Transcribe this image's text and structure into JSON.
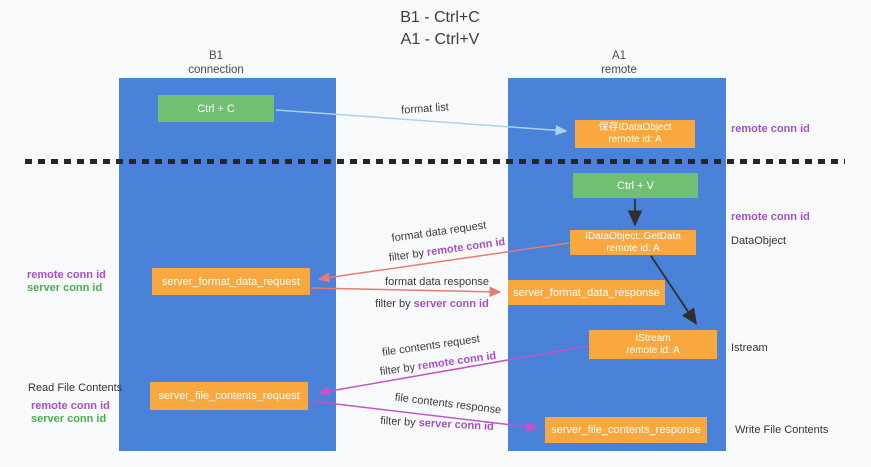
{
  "title": {
    "line1": "B1 - Ctrl+C",
    "line2": "A1 - Ctrl+V"
  },
  "columns": {
    "left": {
      "name": "B1",
      "subtitle": "connection"
    },
    "right": {
      "name": "A1",
      "subtitle": "remote"
    }
  },
  "boxes": {
    "ctrl_c": {
      "label": "Ctrl + C"
    },
    "ctrl_v": {
      "label": "Ctrl + V"
    },
    "save_idataobject": {
      "line1": "保存IDataObject",
      "line2": "remote id: A"
    },
    "idataobject_getdata": {
      "line1": "IDataObject::GetData",
      "line2": "remote id: A"
    },
    "istream": {
      "line1": "IStream",
      "line2": "remote id: A"
    },
    "server_format_data_request": {
      "label": "server_format_data_request"
    },
    "server_format_data_response": {
      "label": "server_format_data_response"
    },
    "server_file_contents_request": {
      "label": "server_file_contents_request"
    },
    "server_file_contents_response": {
      "label": "server_file_contents_response"
    }
  },
  "flow_labels": {
    "format_list": "format list",
    "format_data_request": "format data request",
    "format_data_response": "format data response",
    "file_contents_request": "file contents request",
    "file_contents_response": "file contents response",
    "filter_by": "filter by",
    "remote_conn_id": "remote conn id",
    "server_conn_id": "server conn id"
  },
  "side_labels": {
    "remote_conn_id_top": "remote conn id",
    "remote_conn_id_mid": "remote conn id",
    "dataobject": "DataObject",
    "istream": "Istream",
    "write_file_contents": "Write File Contents",
    "read_file_contents": "Read File Contents",
    "left_remote_conn_id": "remote conn id",
    "left_server_conn_id": "server conn id",
    "left_remote_conn_id_2": "remote conn id",
    "left_server_conn_id_2": "server conn id"
  },
  "colors": {
    "lane_blue": "#4a81d9",
    "box_orange": "#f9a83f",
    "box_green": "#71bf72",
    "arrow_red": "#e87a72",
    "arrow_magenta": "#c654c6",
    "arrow_light_blue": "#a9d2ee",
    "arrow_black": "#2f2f2f",
    "text_purple": "#a650c8",
    "text_green": "#4cae54"
  }
}
